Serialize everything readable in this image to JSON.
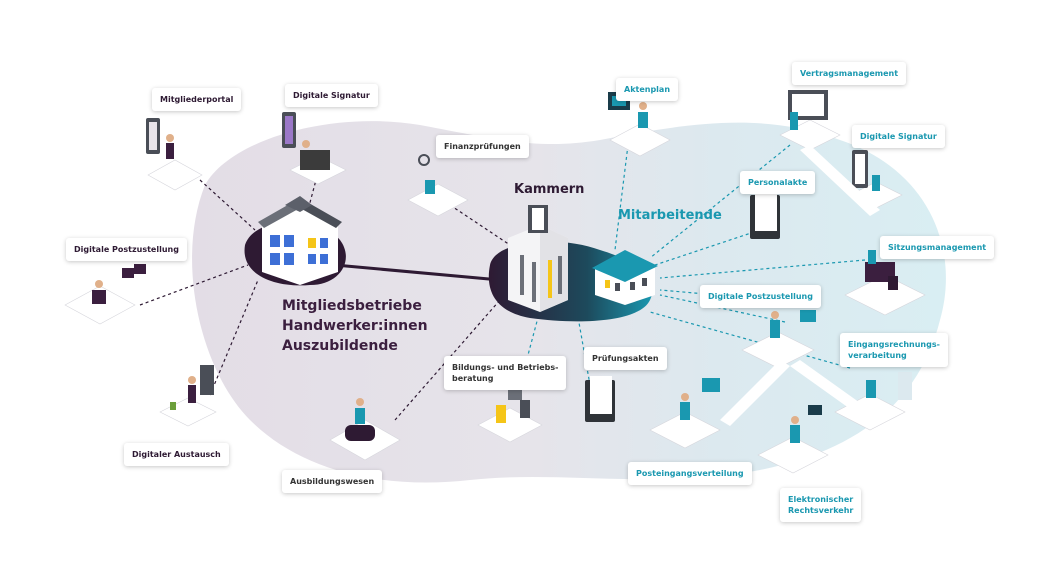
{
  "center": {
    "kammern": "Kammern",
    "mitarbeitende": "Mitarbeitende",
    "members_line1": "Mitgliedsbetriebe",
    "members_line2": "Handwerker:innen",
    "members_line3": "Auszubildende"
  },
  "callouts": {
    "mitgliederportal": "Mitgliederportal",
    "digitale_signatur_left": "Digitale Signatur",
    "digitale_postzustellung_left": "Digitale Postzustellung",
    "digitaler_austausch": "Digitaler Austausch",
    "ausbildungswesen": "Ausbildungswesen",
    "finanzpruefungen": "Finanzprüfungen",
    "bildungsberatung_1": "Bildungs- und Betriebs-",
    "bildungsberatung_2": "beratung",
    "pruefungsakten": "Prüfungsakten",
    "aktenplan": "Aktenplan",
    "vertragsmanagement": "Vertragsmanagement",
    "digitale_signatur_right": "Digitale Signatur",
    "personalakte": "Personalakte",
    "sitzungsmanagement": "Sitzungsmanagement",
    "digitale_postzustellung_right": "Digitale Postzustellung",
    "eingangsrechnung_1": "Eingangsrechnungs-",
    "eingangsrechnung_2": "verarbeitung",
    "posteingangsverteilung": "Posteingangsverteilung",
    "rechtsverkehr_1": "Elektronischer",
    "rechtsverkehr_2": "Rechtsverkehr"
  },
  "colors": {
    "purple_dark": "#2e1a33",
    "teal": "#1a98b0",
    "blob_left": "#e6e1e8",
    "blob_right": "#dcedf2",
    "house_blue": "#3d6fd6",
    "accent_yellow": "#f5c518"
  }
}
